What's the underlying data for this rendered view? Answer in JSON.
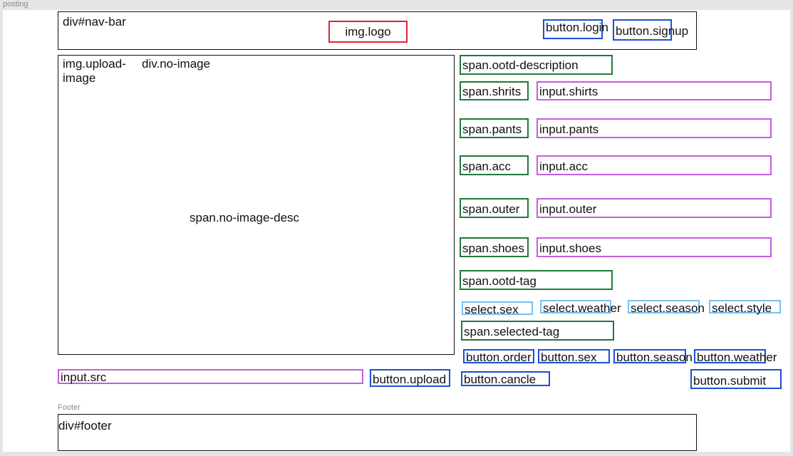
{
  "frame_title": "posting",
  "footer_frame_title": "Footer",
  "nav": {
    "label": "div#nav-bar",
    "logo": "img.logo",
    "login": "button.login",
    "signup": "button.signup"
  },
  "image_panel": {
    "upload_image": "img.upload-\nimage",
    "no_image": "div.no-image",
    "no_image_desc": "span.no-image-desc"
  },
  "form": {
    "description": "span.ootd-description",
    "rows": [
      {
        "span": "span.shrits",
        "input": "input.shirts"
      },
      {
        "span": "span.pants",
        "input": "input.pants"
      },
      {
        "span": "span.acc",
        "input": "input.acc"
      },
      {
        "span": "span.outer",
        "input": "input.outer"
      },
      {
        "span": "span.shoes",
        "input": "input.shoes"
      }
    ],
    "tag": "span.ootd-tag",
    "selects": [
      "select.sex",
      "select.weather",
      "select.season",
      "select.style"
    ],
    "selected_tag": "span.selected-tag",
    "buttons": [
      "button.order",
      "button.sex",
      "button.season",
      "button.weather"
    ],
    "cancle": "button.cancle",
    "submit": "button.submit"
  },
  "upload": {
    "src": "input.src",
    "button": "button.upload"
  },
  "footer": {
    "label": "div#footer"
  },
  "colors": {
    "container": "#111111",
    "logo": "#e0252c",
    "button": "#1a4fd6",
    "span": "#1e7a3a",
    "input": "#c55ce0",
    "select": "#78bff0"
  }
}
